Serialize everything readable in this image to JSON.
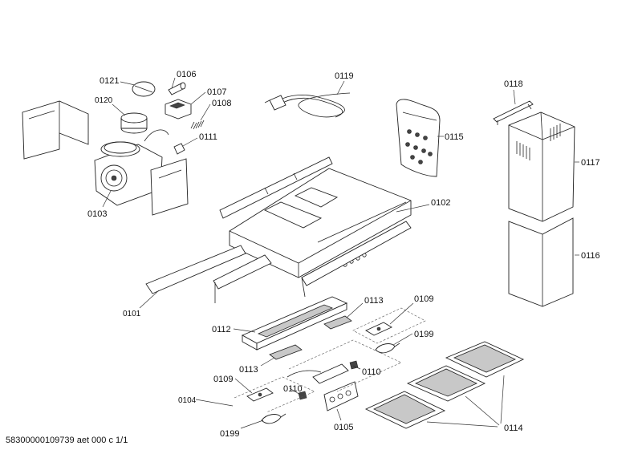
{
  "labels": {
    "p0121": "0121",
    "p0106": "0106",
    "p0107": "0107",
    "p0120": "0120",
    "p0108": "0108",
    "p0111": "0111",
    "p0103": "0103",
    "p0119": "0119",
    "p0115": "0115",
    "p0118": "0118",
    "p0117": "0117",
    "p0102": "0102",
    "p0116": "0116",
    "p0101": "0101",
    "p0112": "0112",
    "p0113a": "0113",
    "p0109a": "0109",
    "p0199a": "0199",
    "p0113b": "0113",
    "p0110a": "0110",
    "p0109b": "0109",
    "p0110b": "0110",
    "p0104": "0104",
    "p0199b": "0199",
    "p0105": "0105",
    "p0114": "0114"
  },
  "footer": "58300000109739 aet 000 c 1/1"
}
